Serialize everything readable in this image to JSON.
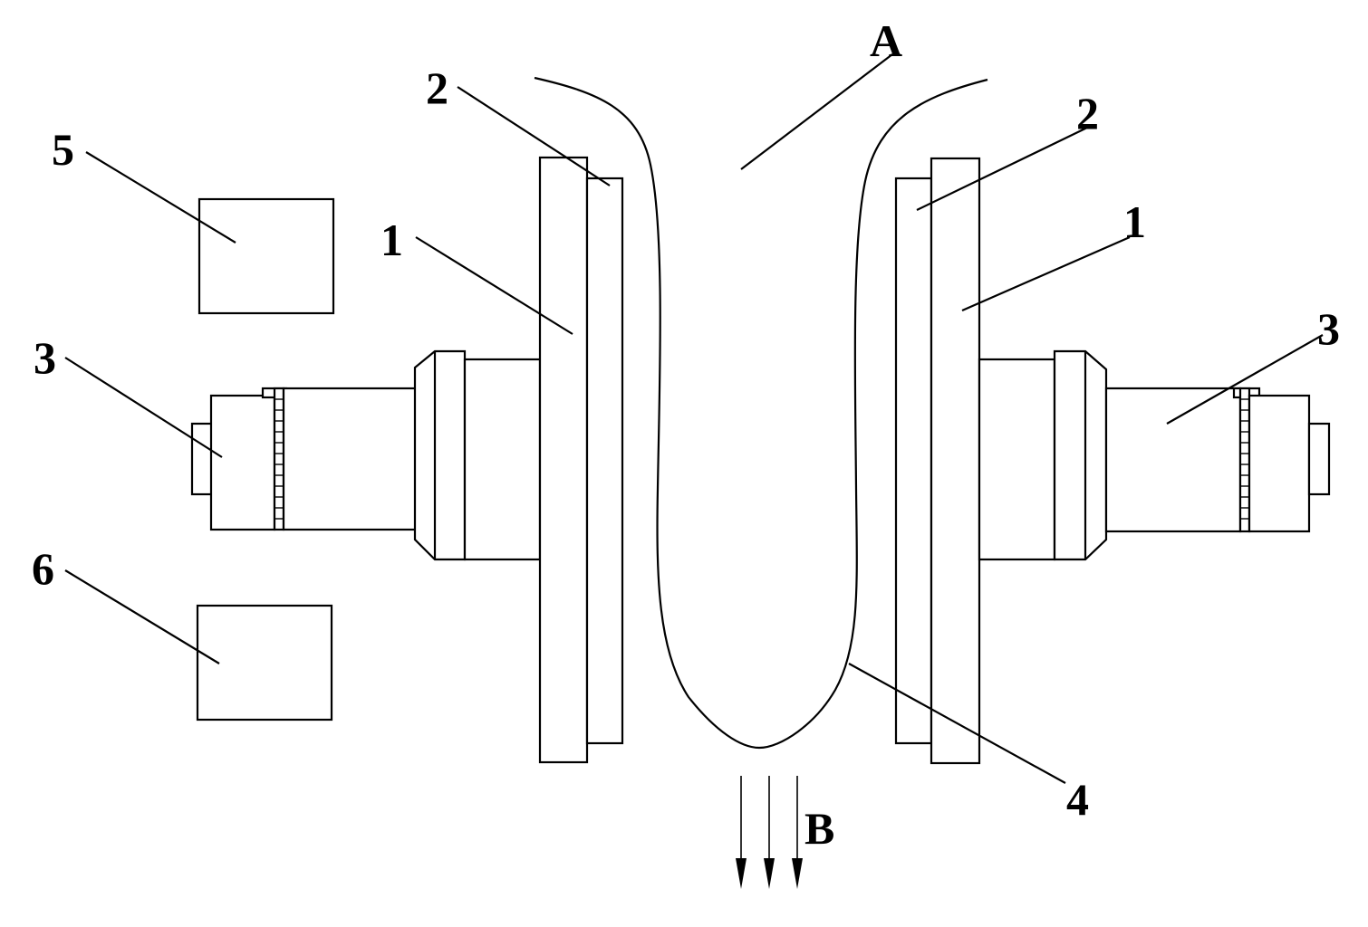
{
  "labels": {
    "base_plate": "1",
    "liner": "2",
    "motor": "3",
    "material_curve": "4",
    "box_upper": "5",
    "box_lower": "6",
    "inlet": "A",
    "outlet": "B"
  },
  "colors": {
    "stroke": "#000000",
    "background": "#ffffff"
  }
}
